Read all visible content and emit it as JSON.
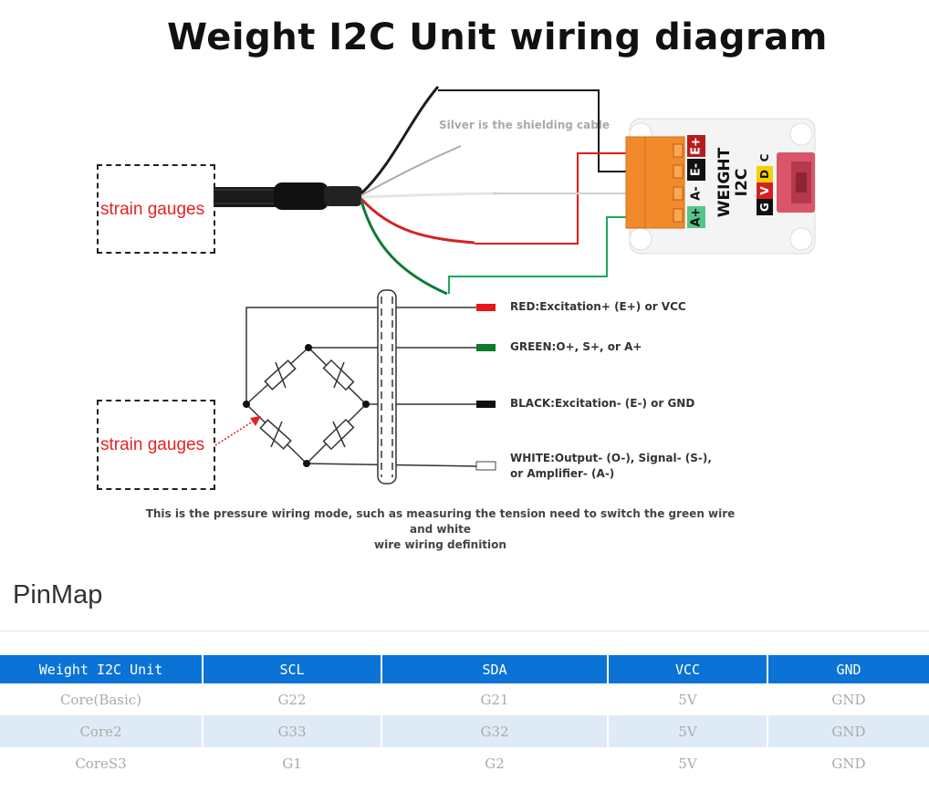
{
  "title": "Weight I2C Unit wiring diagram",
  "strain_gauge_labels": [
    "strain gauges",
    "strain gauges"
  ],
  "shield_note": "Silver is the shielding cable",
  "module": {
    "name_line1": "WEIGHT",
    "name_line2": "I2C",
    "terminal_pins": [
      "E+",
      "E-",
      "A-",
      "A+"
    ],
    "grove_pins": [
      "G",
      "V",
      "D",
      "C"
    ]
  },
  "wire_legend": [
    {
      "color": "#e8161b",
      "line1": "RED:Excitation+ (E+) or VCC",
      "line2": ""
    },
    {
      "color": "#0d7a27",
      "line1": "GREEN:O+, S+, or A+",
      "line2": ""
    },
    {
      "color": "#111111",
      "line1": "BLACK:Excitation- (E-) or GND",
      "line2": ""
    },
    {
      "color": "#ffffff",
      "line1": "WHITE:Output- (O-), Signal- (S-),",
      "line2": "or Amplifier- (A-)"
    }
  ],
  "caption": {
    "line1": "This is the pressure wiring mode, such as measuring the tension need to switch the green wire and white",
    "line2": "wire wiring definition"
  },
  "pinmap": {
    "heading": "PinMap",
    "headers": [
      "Weight I2C Unit",
      "SCL",
      "SDA",
      "VCC",
      "GND"
    ],
    "rows": [
      [
        "Core(Basic)",
        "G22",
        "G21",
        "5V",
        "GND"
      ],
      [
        "Core2",
        "G33",
        "G32",
        "5V",
        "GND"
      ],
      [
        "CoreS3",
        "G1",
        "G2",
        "5V",
        "GND"
      ]
    ]
  }
}
